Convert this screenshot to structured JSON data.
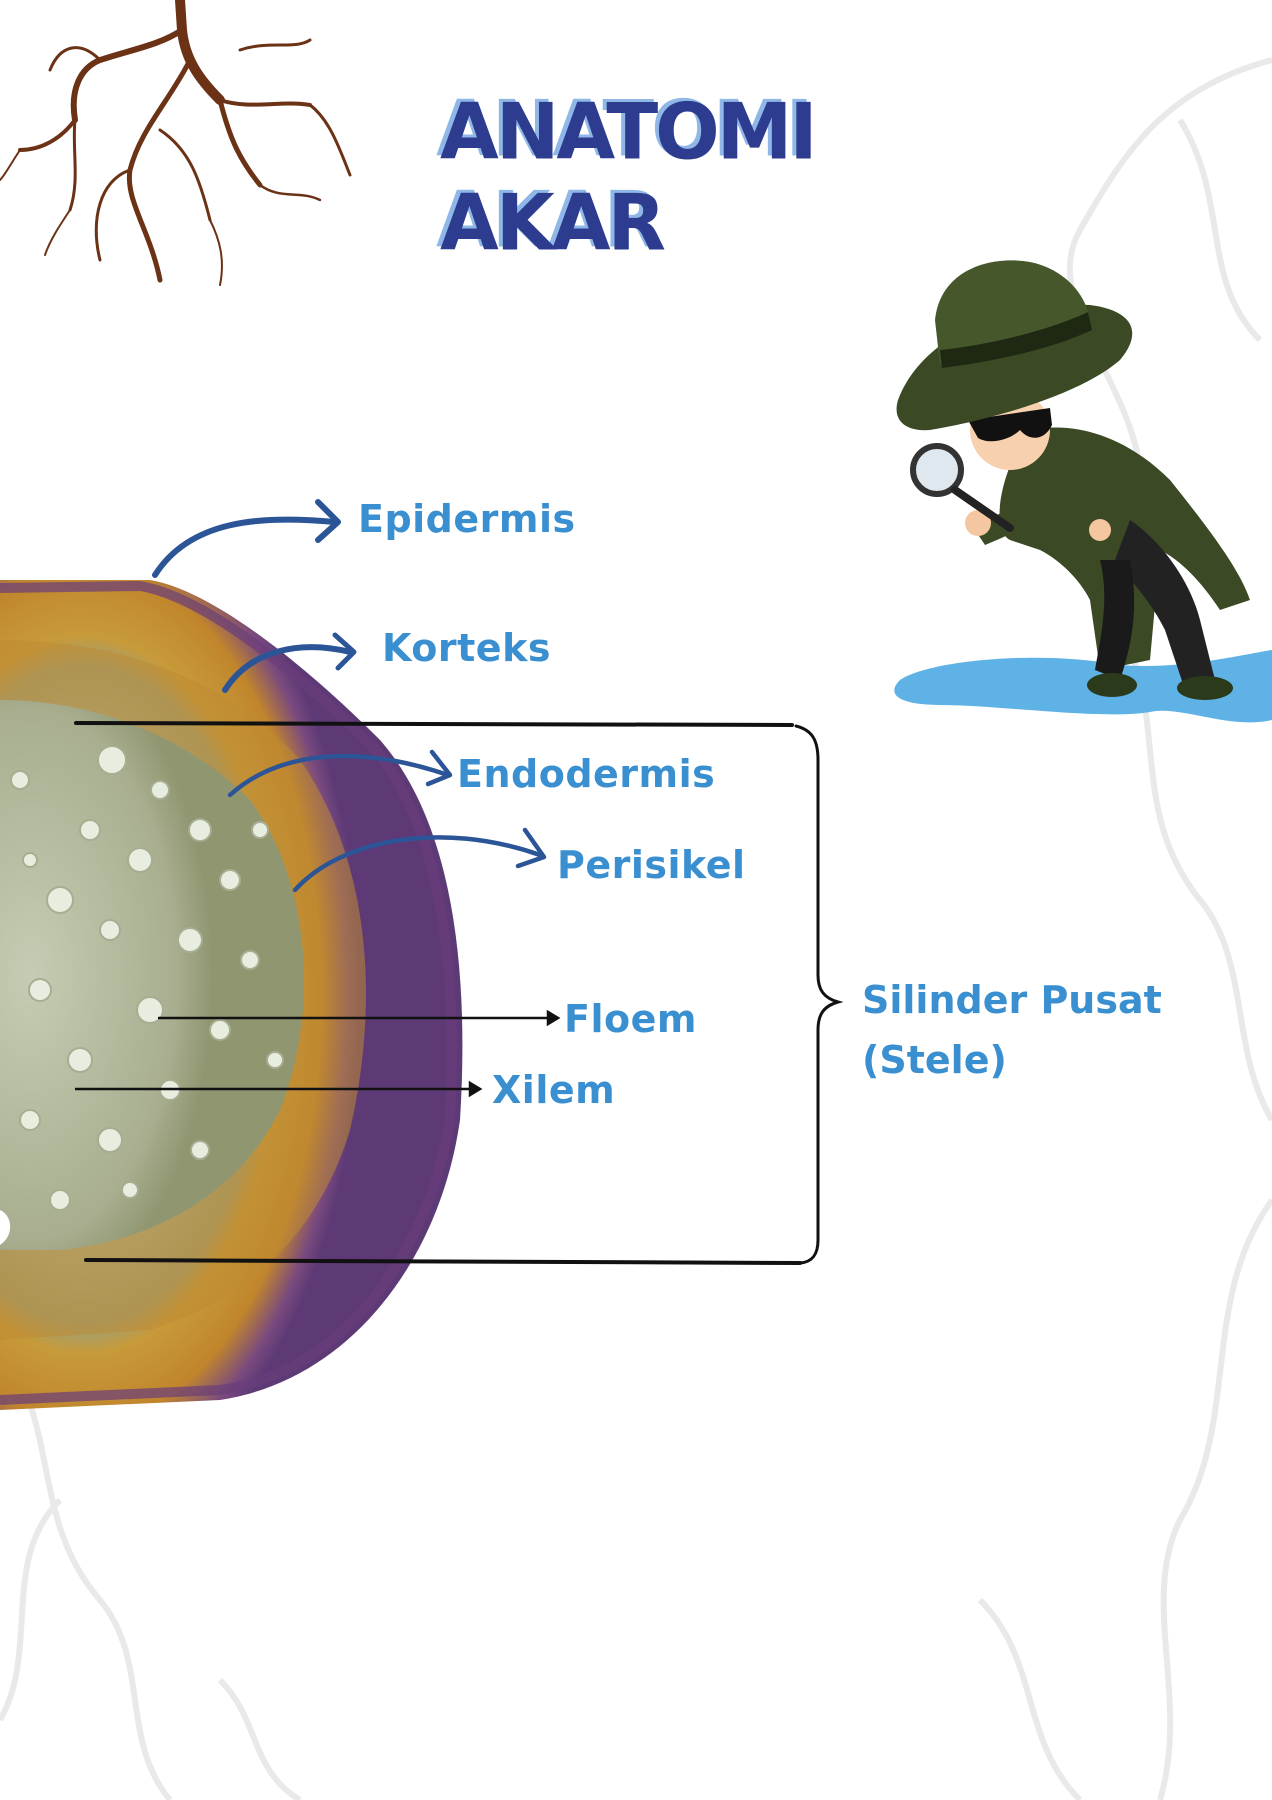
{
  "title": "ANATOMI AKAR",
  "labels": {
    "epidermis": "Epidermis",
    "korteks": "Korteks",
    "endodermis": "Endodermis",
    "perisikel": "Perisikel",
    "floem": "Floem",
    "xilem": "Xilem",
    "stele_line1": "Silinder Pusat",
    "stele_line2": "(Stele)"
  },
  "colors": {
    "title": "#2d3c8f",
    "title_shadow": "#8fb8e8",
    "label": "#3a8fd0",
    "arrow": "#2b5597",
    "water": "#5fb2e6",
    "root": "#6b3216"
  }
}
